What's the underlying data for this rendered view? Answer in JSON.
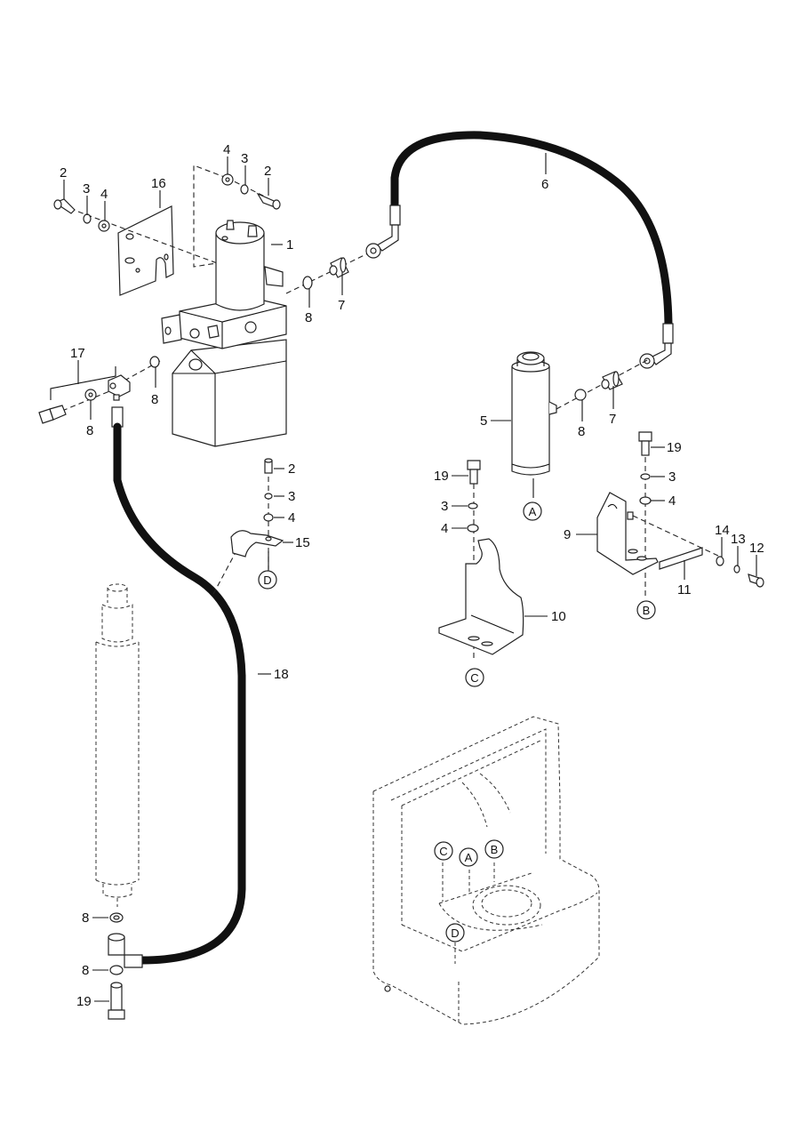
{
  "diagram": {
    "title": "Hydraulic power unit and lift cylinder exploded parts view",
    "callouts": {
      "pump_unit": "1",
      "screw_top_left": "2",
      "lock_washer_top_left": "3",
      "washer_top_left": "4",
      "plate": "16",
      "washer_top_right": "4",
      "lock_washer_top_right": "3",
      "screw_top_right": "2",
      "hose_upper": "6",
      "fitting_pump": "7",
      "seal_pump": "8",
      "banjo_group": "17",
      "seal_banjo_bolt": "8",
      "seal_banjo_block": "8",
      "accumulator": "5",
      "seal_accumulator": "8",
      "fitting_accumulator": "7",
      "bolt_bracket9": "19",
      "lock_washer_bracket9": "3",
      "washer_bracket9": "4",
      "bracket_9": "9",
      "strip_11": "11",
      "washer_14": "14",
      "lock_washer_13": "13",
      "screw_12": "12",
      "bolt_bracket10": "19",
      "lock_washer_bracket10": "3",
      "washer_bracket10": "4",
      "bracket_10": "10",
      "screw_clamp": "2",
      "lock_washer_clamp": "3",
      "washer_clamp": "4",
      "clamp_15": "15",
      "hose_lower": "18",
      "seal_cyl_top": "8",
      "seal_cyl_bottom": "8",
      "bolt_cyl": "19"
    },
    "references": {
      "accumulator_ref": "A",
      "bracket9_ref": "B",
      "bracket10_ref": "C",
      "clamp_ref": "D",
      "frame_C": "C",
      "frame_A": "A",
      "frame_B": "B",
      "frame_D": "D"
    }
  }
}
